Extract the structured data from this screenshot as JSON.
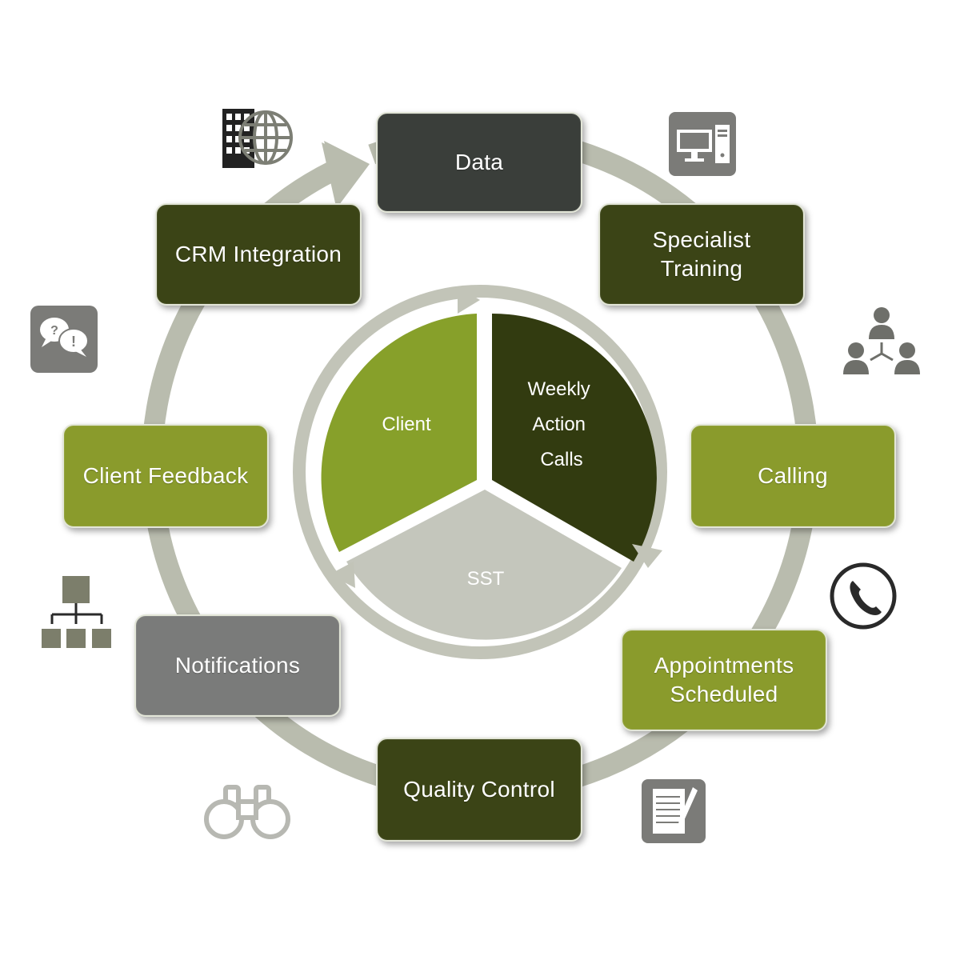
{
  "colors": {
    "ring": "#b9bcae",
    "dark_gray": "#3a3e3a",
    "dark_olive": "#3b4416",
    "light_olive": "#8a9b2c",
    "mid_gray": "#7a7b7a",
    "wedge_client": "#87a02a",
    "wedge_weekly": "#323b10",
    "wedge_sst": "#c4c6bc"
  },
  "cycle_steps": [
    {
      "label": "Data",
      "color": "dark_gray"
    },
    {
      "label": "Specialist\nTraining",
      "color": "dark_olive"
    },
    {
      "label": "Calling",
      "color": "light_olive"
    },
    {
      "label": "Appointments\nScheduled",
      "color": "light_olive"
    },
    {
      "label": "Quality Control",
      "color": "dark_olive"
    },
    {
      "label": "Notifications",
      "color": "mid_gray"
    },
    {
      "label": "Client Feedback",
      "color": "light_olive"
    },
    {
      "label": "CRM Integration",
      "color": "dark_olive"
    }
  ],
  "center_segments": [
    {
      "label": "Client"
    },
    {
      "label": "Weekly\nAction\nCalls"
    },
    {
      "label": "SST"
    }
  ],
  "icons": [
    "building-globe-icon",
    "computer-icon",
    "people-network-icon",
    "phone-icon",
    "checklist-pen-icon",
    "binoculars-icon",
    "org-chart-icon",
    "chat-bubbles-icon"
  ]
}
